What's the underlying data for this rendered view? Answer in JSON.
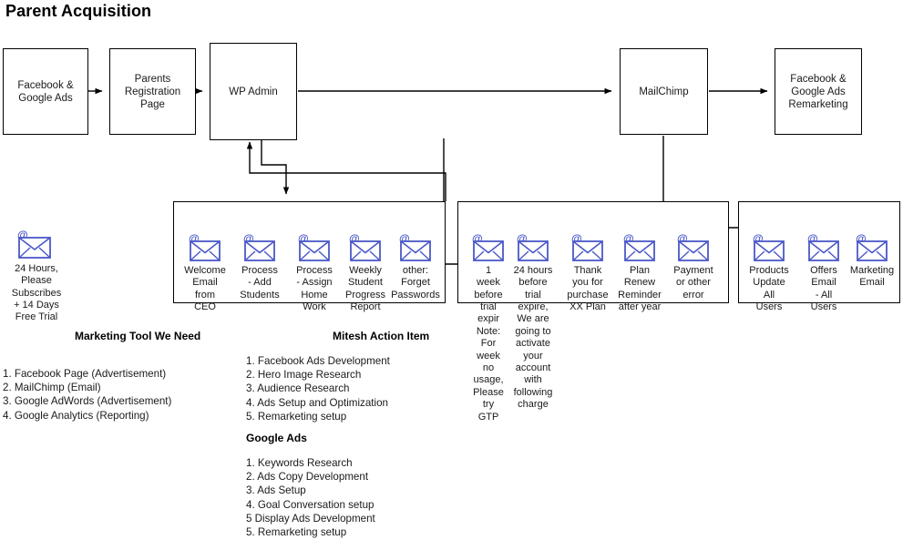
{
  "title": "Parent Acquisition",
  "colors": {
    "envelope": "#4a57c8",
    "line": "#000000",
    "text": "#1a1a1a"
  },
  "flow": {
    "boxes": [
      {
        "name": "facebook-google-ads",
        "label": "Facebook &\nGoogle Ads"
      },
      {
        "name": "parents-registration-page",
        "label": "Parents\nRegistration\nPage"
      },
      {
        "name": "wp-admin",
        "label": "WP Admin"
      },
      {
        "name": "mailchimp",
        "label": "MailChimp"
      },
      {
        "name": "facebook-google-ads-remarketing",
        "label": "Facebook &\nGoogle Ads\nRemarketing"
      }
    ]
  },
  "trial_note": {
    "icon": "email-icon",
    "label": "24 Hours,\nPlease\nSubscribes\n+ 14 Days\nFree Trial"
  },
  "email_groups": [
    {
      "name": "transactional-emails-group",
      "items": [
        {
          "icon": "email-icon",
          "label": "Welcome\nEmail\nfrom\nCEO"
        },
        {
          "icon": "email-icon",
          "label": "Process\n- Add\nStudents"
        },
        {
          "icon": "email-icon",
          "label": "Process\n- Assign\nHome\nWork"
        },
        {
          "icon": "email-icon",
          "label": "Weekly\nStudent\nProgress\nReport"
        },
        {
          "icon": "email-icon",
          "label": "other:\nForget\nPasswords"
        }
      ]
    },
    {
      "name": "lifecycle-emails-group",
      "items": [
        {
          "icon": "email-icon",
          "label": "1\nweek\nbefore\ntrial\nexpir\nNote:\nFor\nweek\nno\nusage,\nPlease\ntry\nGTP"
        },
        {
          "icon": "email-icon",
          "label": "24 hours\nbefore\ntrial\nexpire,\nWe are\ngoing to\nactivate\nyour\naccount\nwith\nfollowing\ncharge"
        },
        {
          "icon": "email-icon",
          "label": "Thank\nyou for\npurchase\nXX Plan"
        },
        {
          "icon": "email-icon",
          "label": "Plan\nRenew\nReminder\nafter year"
        },
        {
          "icon": "email-icon",
          "label": "Payment\nor other\nerror"
        }
      ]
    },
    {
      "name": "broadcast-emails-group",
      "items": [
        {
          "icon": "email-icon",
          "label": "Products\nUpdate\nAll\nUsers"
        },
        {
          "icon": "email-icon",
          "label": "Offers\nEmail\n- All\nUsers"
        },
        {
          "icon": "email-icon",
          "label": "Marketing\nEmail"
        }
      ]
    }
  ],
  "sections": [
    {
      "name": "marketing-tool-we-need",
      "title": "Marketing Tool We Need",
      "list": "1. Facebook Page (Advertisement)\n2. MailChimp (Email)\n3. Google AdWords (Advertisement)\n4. Google Analytics (Reporting)"
    },
    {
      "name": "mitesh-action-item",
      "title": "Mitesh Action Item",
      "list": "1. Facebook Ads Development\n2. Hero Image Research\n3. Audience Research\n4. Ads Setup and Optimization\n5. Remarketing setup"
    },
    {
      "name": "google-ads",
      "title": "Google Ads",
      "list": "1. Keywords Research\n2. Ads Copy Development\n3. Ads Setup\n4. Goal Conversation setup\n5  Display Ads Development\n5. Remarketing setup"
    }
  ]
}
